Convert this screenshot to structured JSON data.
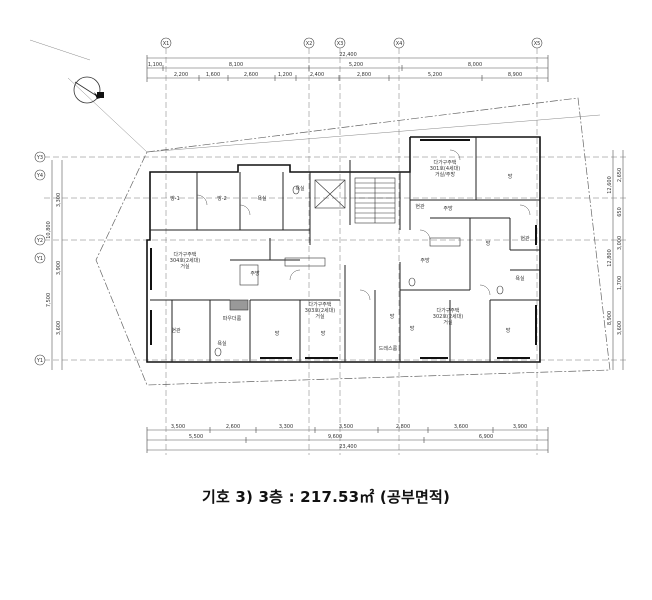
{
  "caption": "기호 3) 3층 : 217.53㎡ (공부면적)",
  "grid_axes": {
    "top": [
      "X1",
      "X2",
      "X3",
      "X4",
      "X5"
    ],
    "left": [
      "Y3",
      "Y4",
      "Y2",
      "Y1",
      "Y1"
    ]
  },
  "dimensions": {
    "top_total": "22,400",
    "top_row1": [
      "1,100",
      "8,100",
      "5,200",
      "8,000"
    ],
    "top_row2": [
      "2,200",
      "1,600",
      "2,600",
      "1,200",
      "2,400",
      "2,800",
      "5,200",
      "8,900"
    ],
    "bottom_row1": [
      "3,500",
      "2,600",
      "3,300",
      "3,500",
      "2,800",
      "3,600",
      "3,900"
    ],
    "bottom_row2": [
      "5,500",
      "9,600",
      "6,900"
    ],
    "bottom_total": "23,400",
    "left_row1": [
      "3,300",
      "3,900",
      "3,600"
    ],
    "left_row2": [
      "10,800",
      "7,500"
    ],
    "right_row1": [
      "2,650",
      "650",
      "3,000",
      "1,700",
      "3,600"
    ],
    "right_row2": [
      "12,600",
      "12,800",
      "8,900"
    ]
  },
  "rooms": [
    {
      "label": "방-1"
    },
    {
      "label": "방-2"
    },
    {
      "label": "욕실"
    },
    {
      "label": "다가구주택\n304호(2세대)\n거실"
    },
    {
      "label": "주방"
    },
    {
      "label": "현관"
    },
    {
      "label": "파우더룸"
    },
    {
      "label": "욕실"
    },
    {
      "label": "방"
    },
    {
      "label": "방"
    },
    {
      "label": "다가구주택\n303호(2세대)\n거실"
    },
    {
      "label": "방"
    },
    {
      "label": "다가구주택\n301호(4세대)\n거실/주방"
    },
    {
      "label": "방"
    },
    {
      "label": "현관"
    },
    {
      "label": "주방"
    },
    {
      "label": "방"
    },
    {
      "label": "다가구주택\n302호(2세대)\n거실"
    },
    {
      "label": "욕실"
    },
    {
      "label": "방"
    },
    {
      "label": "방"
    },
    {
      "label": "드레스룸"
    },
    {
      "label": "주방"
    },
    {
      "label": "욕실"
    },
    {
      "label": "현관"
    }
  ]
}
